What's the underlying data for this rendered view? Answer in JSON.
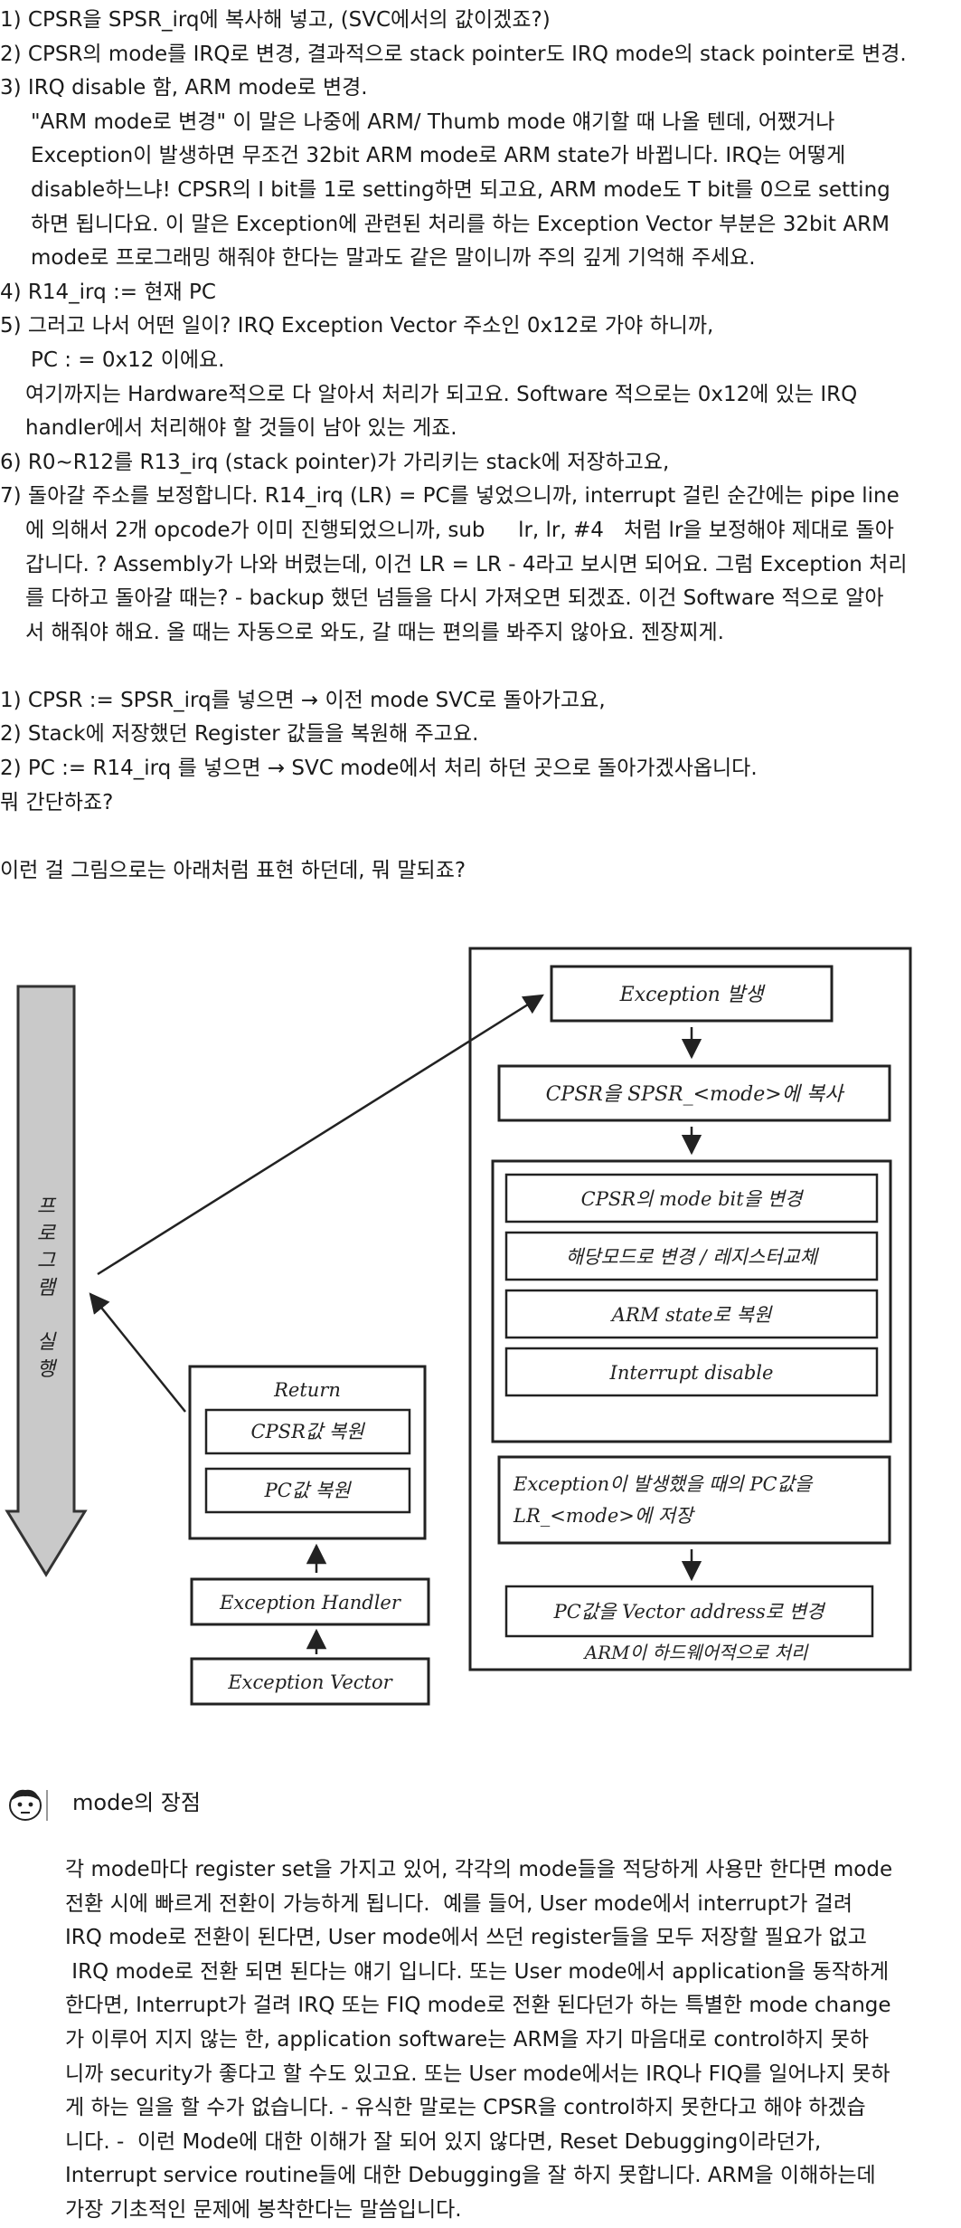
{
  "steps_part1": [
    "1) CPSR을 SPSR_irq에 복사해 넣고, (SVC에서의 값이겠죠?)",
    "2) CPSR의 mode를 IRQ로 변경, 결과적으로 stack pointer도 IRQ mode의 stack pointer로 변경.",
    "3) IRQ disable 함, ARM mode로 변경."
  ],
  "arm_mode_note": [
    "\"ARM mode로 변경\" 이 말은 나중에 ARM/ Thumb mode 얘기할 때 나올 텐데, 어쨌거나",
    "Exception이 발생하면 무조건 32bit ARM mode로 ARM state가 바뀝니다. IRQ는 어떻게",
    "disable하느냐! CPSR의 I bit를 1로 setting하면 되고요, ARM mode도 T bit를 0으로 setting",
    "하면 됩니다요. 이 말은 Exception에 관련된 처리를 하는 Exception Vector 부분은 32bit ARM",
    "mode로 프로그래밍 해줘야 한다는 말과도 같은 말이니까 주의 깊게 기억해 주세요."
  ],
  "steps_part2": [
    "4) R14_irq := 현재 PC",
    "5) 그러고 나서 어떤 일이? IRQ Exception Vector 주소인 0x12로 가야 하니까,"
  ],
  "pc_line": "PC : = 0x12 이에요.",
  "hw_note": [
    "여기까지는 Hardware적으로 다 알아서 처리가 되고요. Software 적으로는 0x12에 있는 IRQ",
    "handler에서 처리해야 할 것들이 남아 있는 게죠."
  ],
  "step6": "6) R0~R12를 R13_irq (stack pointer)가 가리키는 stack에 저장하고요,",
  "step7": [
    "7) 돌아갈 주소를 보정합니다. R14_irq (LR) = PC를 넣었으니까, interrupt 걸린 순간에는 pipe line",
    "에 의해서 2개 opcode가 이미 진행되었으니까, sub     lr, lr, #4   처럼 lr을 보정해야 제대로 돌아",
    "갑니다. ? Assembly가 나와 버렸는데, 이건 LR = LR - 4라고 보시면 되어요. 그럼 Exception 처리",
    "를 다하고 돌아갈 때는? - backup 했던 넘들을 다시 가져오면 되겠죠. 이건 Software 적으로 알아",
    "서 해줘야 해요. 올 때는 자동으로 와도, 갈 때는 편의를 봐주지 않아요. 젠장찌게."
  ],
  "return_steps": [
    "1) CPSR := SPSR_irq를 넣으면 → 이전 mode SVC로 돌아가고요,",
    "2) Stack에 저장했던 Register 값들을 복원해 주고요.",
    "2) PC := R14_irq 를 넣으면 → SVC mode에서 처리 하던 곳으로 돌아가겠사옵니다.",
    "뭐 간단하죠?"
  ],
  "diagram_intro": "이런 걸 그림으로는 아래처럼 표현 하던데, 뭐 말되죠?",
  "diagram": {
    "program_label": [
      "프",
      "로",
      "그",
      "램",
      "",
      "실",
      "행"
    ],
    "hw_steps": {
      "exception_occur": "Exception 발생",
      "copy_cpsr": "CPSR을 SPSR_<mode>에 복사",
      "change_mode_bit": "CPSR의 mode bit을 변경",
      "register_swap": "해당모드로 변경 / 레지스터교체",
      "arm_state": "ARM state로 복원",
      "interrupt_disable": "Interrupt disable",
      "save_pc_line1": "Exception이 발생했을 때의 PC값을",
      "save_pc_line2": "LR_<mode>에 저장",
      "pc_to_vector": "PC값을 Vector address로 변경",
      "caption": "ARM이 하드웨어적으로 처리"
    },
    "sw_steps": {
      "return_title": "Return",
      "restore_cpsr": "CPSR값 복원",
      "restore_pc": "PC값 복원",
      "exception_handler": "Exception Handler",
      "exception_vector": "Exception Vector"
    }
  },
  "mode_section_title": "mode의 장점",
  "mode_paragraph": [
    "각 mode마다 register set을 가지고 있어, 각각의 mode들을 적당하게 사용만 한다면 mode",
    "전환 시에 빠르게 전환이 가능하게 됩니다.  예를 들어, User mode에서 interrupt가 걸려",
    "IRQ mode로 전환이 된다면, User mode에서 쓰던 register들을 모두 저장할 필요가 없고",
    " IRQ mode로 전환 되면 된다는 얘기 입니다. 또는 User mode에서 application을 동작하게",
    "한다면, Interrupt가 걸려 IRQ 또는 FIQ mode로 전환 된다던가 하는 특별한 mode change",
    "가 이루어 지지 않는 한, application software는 ARM을 자기 마음대로 control하지 못하",
    "니까 security가 좋다고 할 수도 있고요. 또는 User mode에서는 IRQ나 FIQ를 일어나지 못하",
    "게 하는 일을 할 수가 없습니다. - 유식한 말로는 CPSR을 control하지 못한다고 해야 하겠습",
    "니다. -  이런 Mode에 대한 이해가 잘 되어 있지 않다면, Reset Debugging이라던가,",
    "Interrupt service routine들에 대한 Debugging을 잘 하지 못합니다. ARM을 이해하는데",
    "가장 기초적인 문제에 봉착한다는 말씀입니다."
  ]
}
